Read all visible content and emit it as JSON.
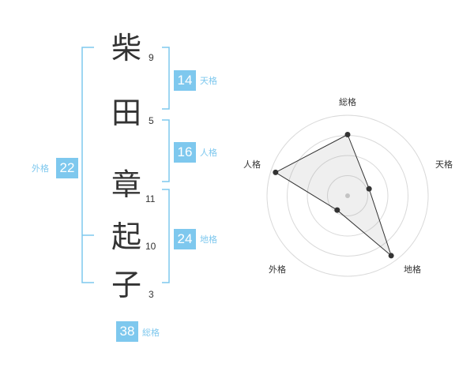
{
  "name": {
    "chars": [
      "柴",
      "田",
      "章",
      "起",
      "子"
    ],
    "strokes": [
      "9",
      "5",
      "11",
      "10",
      "3"
    ]
  },
  "kaku": {
    "tenkaku": {
      "value": "14",
      "label": "天格"
    },
    "jinkaku": {
      "value": "16",
      "label": "人格"
    },
    "chikaku": {
      "value": "24",
      "label": "地格"
    },
    "gaikaku": {
      "value": "22",
      "label": "外格"
    },
    "soukaku": {
      "value": "38",
      "label": "総格"
    }
  },
  "colors": {
    "accent": "#7ec8ee",
    "text": "#333333"
  },
  "chart_data": {
    "type": "radar",
    "axes": [
      "総格",
      "天格",
      "地格",
      "外格",
      "人格"
    ],
    "values": [
      0.76,
      0.28,
      0.92,
      0.22,
      0.94
    ],
    "max": 1,
    "rings": 4
  }
}
